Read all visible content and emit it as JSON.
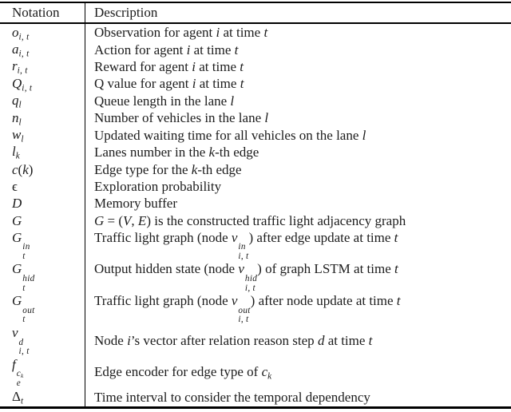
{
  "colors": {
    "background": "#ffffff",
    "text": "#1c1c1c",
    "rule": "#000000"
  },
  "table": {
    "headers": {
      "notation": "Notation",
      "description": "Description"
    },
    "rows": [
      {
        "notation": "*o*_{*i*, *t*}",
        "description": "Observation for agent *i* at time *t*"
      },
      {
        "notation": "*a*_{*i*, *t*}",
        "description": "Action for agent *i* at time *t*"
      },
      {
        "notation": "*r*_{*i*, *t*}",
        "description": "Reward for agent *i* at time *t*"
      },
      {
        "notation": "*Q*_{*i*, *t*}",
        "description": "Q value for agent *i* at time *t*"
      },
      {
        "notation": "*q*_{*l*}",
        "description": "Queue length in the lane *l*"
      },
      {
        "notation": "*n*_{*l*}",
        "description": "Number of vehicles in the lane *l*"
      },
      {
        "notation": "*w*_{*l*}",
        "description": "Updated waiting time for all vehicles on the lane *l*"
      },
      {
        "notation": "*l*_{*k*}",
        "description": "Lanes number in the *k*-th edge"
      },
      {
        "notation": "*c*(*k*)",
        "description": "Edge type for the *k*-th edge"
      },
      {
        "notation": "ϵ",
        "description": "Exploration probability"
      },
      {
        "notation": "*D*",
        "description": "Memory buffer"
      },
      {
        "notation": "*G*",
        "description": "*G* = (*V*, *E*) is the constructed traffic light adjacency graph"
      },
      {
        "notation": "*G*^{*in*}_{*t*}",
        "description": "Traffic light graph (node *v*^{*in*}_{*i*, *t*}) after edge update at time *t*"
      },
      {
        "notation": "*G*^{*hid*}_{*t*}",
        "description": "Output hidden state (node *v*^{*hid*}_{*i*, *t*}) of graph LSTM at time *t*"
      },
      {
        "notation": "*G*^{*out*}_{*t*}",
        "description": "Traffic light graph (node *v*^{*out*}_{*i*, *t*}) after node update at time *t*"
      },
      {
        "notation": "*v*^{*d*}_{*i*, *t*}",
        "description": "Node *i*’s vector after relation reason step *d* at time *t*"
      },
      {
        "notation": "*f*^{*c*_{*k*}}_{*e*}",
        "description": "Edge encoder for edge type of *c*_{*k*}"
      },
      {
        "notation": "Δ_{*t*}",
        "description": "Time interval to consider the temporal dependency"
      }
    ]
  }
}
